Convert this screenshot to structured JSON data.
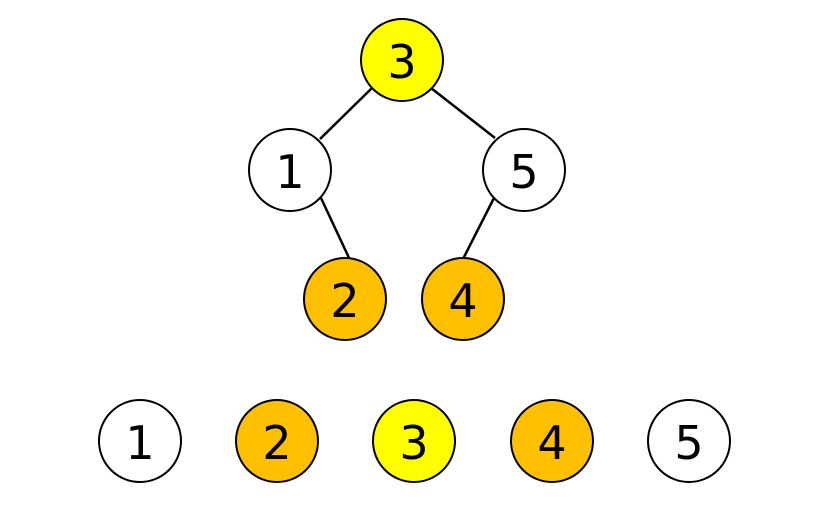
{
  "colors": {
    "white": "#ffffff",
    "orange": "#ffc000",
    "yellow": "#ffff00",
    "stroke": "#000000"
  },
  "tree": {
    "nodes": [
      {
        "id": "n3",
        "label": "3",
        "fill": "yellow"
      },
      {
        "id": "n1",
        "label": "1",
        "fill": "white"
      },
      {
        "id": "n5",
        "label": "5",
        "fill": "white"
      },
      {
        "id": "n2",
        "label": "2",
        "fill": "orange"
      },
      {
        "id": "n4",
        "label": "4",
        "fill": "orange"
      }
    ],
    "edges": [
      {
        "from": "n3",
        "to": "n1"
      },
      {
        "from": "n3",
        "to": "n5"
      },
      {
        "from": "n1",
        "to": "n2"
      },
      {
        "from": "n5",
        "to": "n4"
      }
    ]
  },
  "sequence": [
    {
      "label": "1",
      "fill": "white"
    },
    {
      "label": "2",
      "fill": "orange"
    },
    {
      "label": "3",
      "fill": "yellow"
    },
    {
      "label": "4",
      "fill": "orange"
    },
    {
      "label": "5",
      "fill": "white"
    }
  ]
}
